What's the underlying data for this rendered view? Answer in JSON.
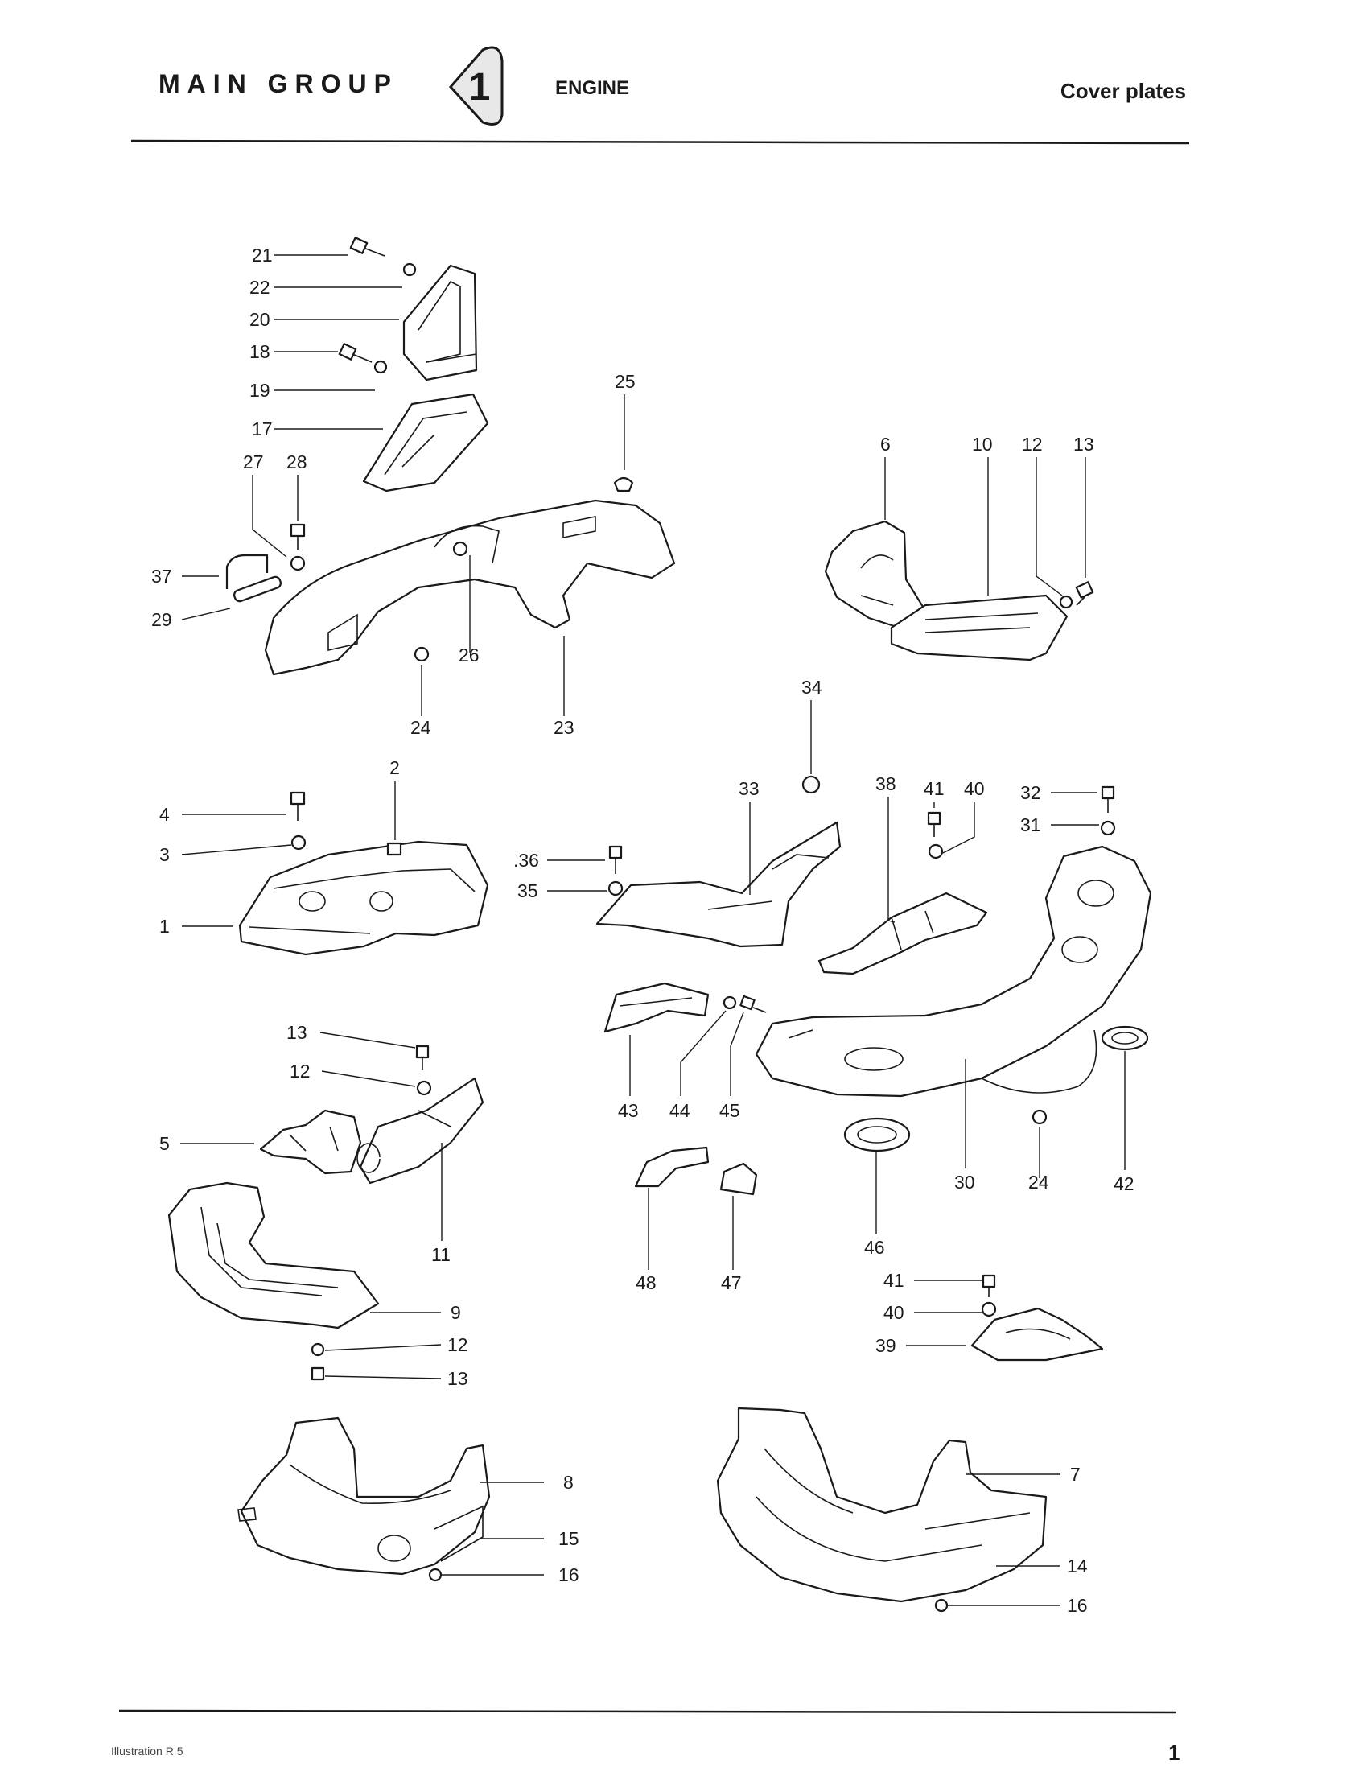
{
  "header": {
    "group_title": "MAIN GROUP",
    "group_number": "1",
    "section_title": "ENGINE",
    "subtitle": "Cover plates"
  },
  "footer": {
    "label": "Illustration R 5",
    "page_number": "1"
  },
  "callouts": {
    "c21": "21",
    "c22": "22",
    "c20": "20",
    "c18": "18",
    "c19": "19",
    "c17": "17",
    "c25": "25",
    "c27": "27",
    "c28": "28",
    "c37": "37",
    "c29": "29",
    "c26": "26",
    "c24a": "24",
    "c23": "23",
    "c6": "6",
    "c10": "10",
    "c12a": "12",
    "c13a": "13",
    "c34": "34",
    "c2": "2",
    "c4": "4",
    "c3": "3",
    "c1": "1",
    "c33": "33",
    "c38": "38",
    "c41a": "41",
    "c40a": "40",
    "c32": "32",
    "c31": "31",
    "c36": ".36",
    "c35": "35",
    "c43": "43",
    "c44": "44",
    "c45": "45",
    "c30": "30",
    "c24b": "24",
    "c42": "42",
    "c13b": "13",
    "c12b": "12",
    "c5": "5",
    "c11": "11",
    "c9": "9",
    "c12c": "12",
    "c13c": "13",
    "c48": "48",
    "c47": "47",
    "c46": "46",
    "c41b": "41",
    "c40b": "40",
    "c39": "39",
    "c8": "8",
    "c15": "15",
    "c16a": "16",
    "c7": "7",
    "c14": "14",
    "c16b": "16"
  }
}
